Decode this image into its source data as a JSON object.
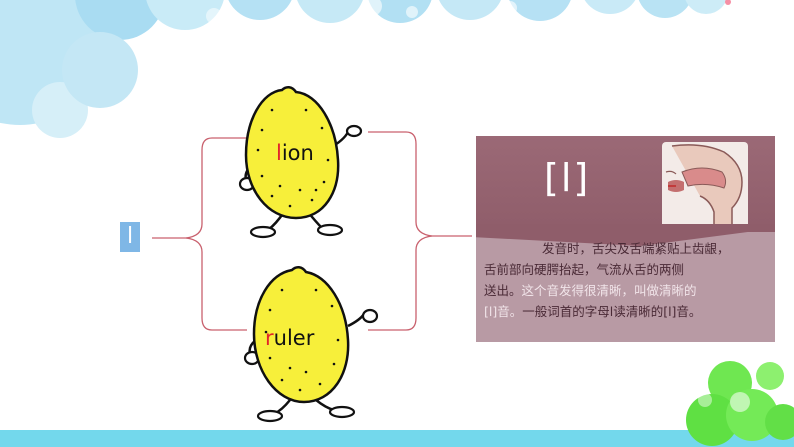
{
  "letter": "l",
  "words": [
    {
      "highlight": "l",
      "rest": "ion"
    },
    {
      "highlight": "r",
      "rest": "uler"
    }
  ],
  "panel": {
    "tag": "",
    "phonetic": "[l]",
    "lines": [
      {
        "dark": "发音时，舌尖及舌端紧贴上齿龈，",
        "light": ""
      },
      {
        "dark": "舌前部向硬腭抬起，气流从舌的两侧",
        "light": ""
      },
      {
        "dark": "送出。",
        "light": "这个音发得很清晰，叫做清晰的"
      },
      {
        "dark": "",
        "light": "[l]音。",
        "dark2": "一般词首的字母l读清晰的[l]音。"
      }
    ]
  },
  "colors": {
    "bubble": "#bde3f4",
    "bubble_dark": "#8fd0ee",
    "lemon": "#f7ef3a",
    "bracket": "#c9616e",
    "bottom_bar": "#73d8ec",
    "green": "#6ee84f"
  }
}
